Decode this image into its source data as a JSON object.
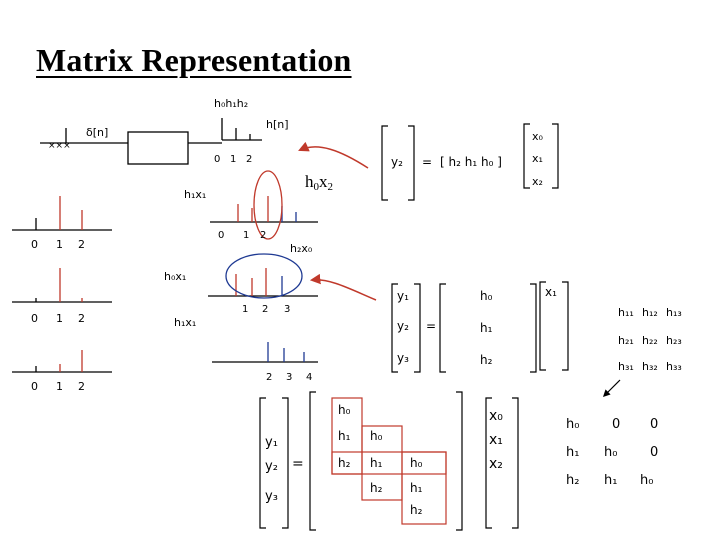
{
  "title": "Matrix Representation",
  "typed_label": {
    "h": "h",
    "h_sub": "0",
    "x": "x",
    "x_sub": "2"
  },
  "handwritten": {
    "sys_delta": "δ[n]",
    "sys_taps": "h₀h₁h₂",
    "sys_hn": "h[n]",
    "axis_012": [
      "0",
      "1",
      "2"
    ],
    "h1x1": "h₁x₁",
    "h2x0": "h₂x₀",
    "h0x1": "h₀x₁",
    "h1x1_b": "h₁x₁",
    "axis_123": [
      "1",
      "2",
      "3"
    ],
    "axis_234": [
      "2",
      "3",
      "4"
    ],
    "eq1": {
      "y": "y₂",
      "eq": "=",
      "row": "[ h₂  h₁  h₀ ]",
      "x": [
        "x₀",
        "x₁",
        "x₂"
      ]
    },
    "eq2": {
      "y": [
        "y₁",
        "y₂",
        "y₃"
      ],
      "h": [
        "h₀",
        "h₁",
        "h₂"
      ],
      "x": "x₁",
      "gen": [
        [
          "h₁₁",
          "h₁₂",
          "h₁₃"
        ],
        [
          "h₂₁",
          "h₂₂",
          "h₂₃"
        ],
        [
          "h₃₁",
          "h₃₂",
          "h₃₃"
        ]
      ]
    },
    "eq3": {
      "y": [
        "y₁",
        "y₂",
        "y₃"
      ],
      "eq": "=",
      "cols": [
        [
          "h₀",
          "h₁",
          "h₂"
        ],
        [
          "h₀",
          "h₁",
          "h₂"
        ],
        [
          "h₀",
          "h₁",
          "h₂"
        ]
      ],
      "x": [
        "x₀",
        "x₁",
        "x₂"
      ]
    },
    "toeplitz": [
      [
        "h₀",
        "0",
        "0"
      ],
      [
        "h₁",
        "h₀",
        "0"
      ],
      [
        "h₂",
        "h₁",
        "h₀"
      ]
    ]
  }
}
